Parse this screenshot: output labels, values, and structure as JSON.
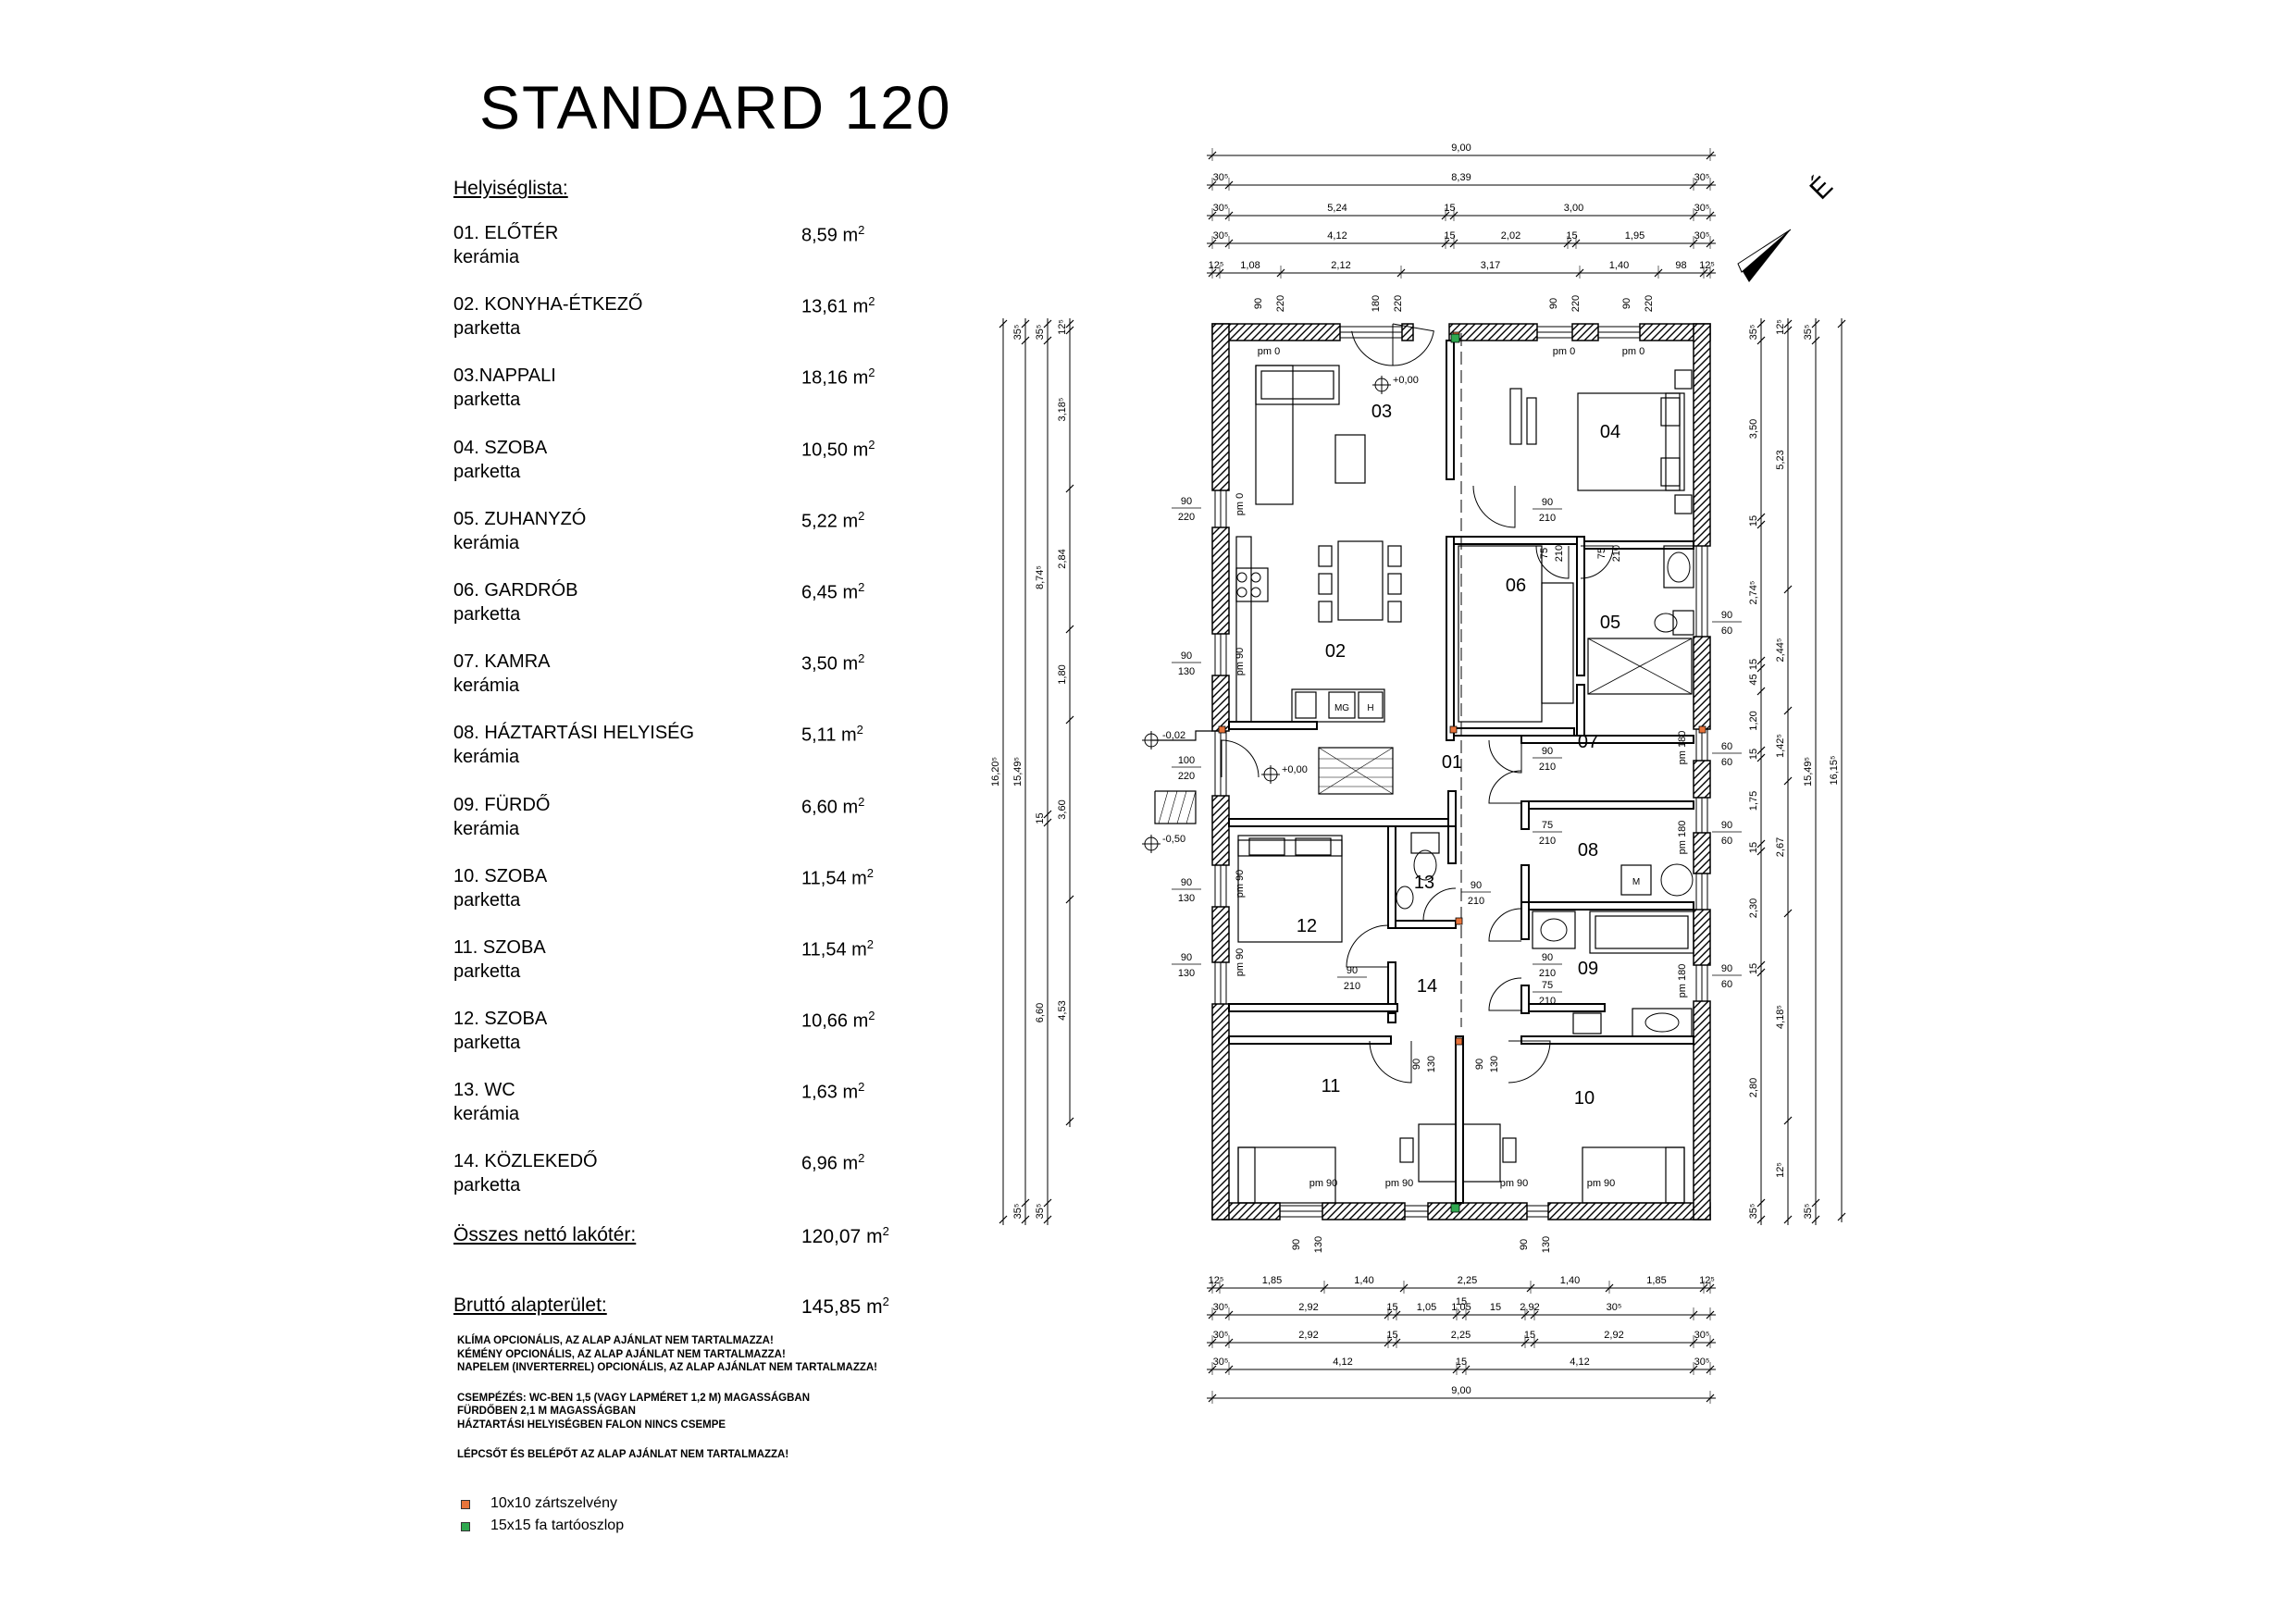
{
  "title": "STANDARD 120",
  "room_list": {
    "heading": "Helyiséglista:",
    "unit": "m",
    "unit_sup": "2",
    "rooms": [
      {
        "name": "01. ELŐTÉR",
        "finish": "kerámia",
        "area": "8,59"
      },
      {
        "name": "02. KONYHA-ÉTKEZŐ",
        "finish": "parketta",
        "area": "13,61"
      },
      {
        "name": "03.NAPPALI",
        "finish": "parketta",
        "area": "18,16"
      },
      {
        "name": "04. SZOBA",
        "finish": "parketta",
        "area": "10,50"
      },
      {
        "name": "05. ZUHANYZÓ",
        "finish": "kerámia",
        "area": "5,22"
      },
      {
        "name": "06. GARDRÓB",
        "finish": "parketta",
        "area": "6,45"
      },
      {
        "name": "07. KAMRA",
        "finish": "kerámia",
        "area": "3,50"
      },
      {
        "name": "08. HÁZTARTÁSI HELYISÉG",
        "finish": "kerámia",
        "area": "5,11"
      },
      {
        "name": "09. FÜRDŐ",
        "finish": "kerámia",
        "area": "6,60"
      },
      {
        "name": "10. SZOBA",
        "finish": "parketta",
        "area": "11,54"
      },
      {
        "name": "11. SZOBA",
        "finish": "parketta",
        "area": "11,54"
      },
      {
        "name": "12. SZOBA",
        "finish": "parketta",
        "area": "10,66"
      },
      {
        "name": "13. WC",
        "finish": "kerámia",
        "area": "1,63"
      },
      {
        "name": "14. KÖZLEKEDŐ",
        "finish": "parketta",
        "area": "6,96"
      }
    ],
    "net_label": "Összes nettó lakótér:",
    "net_value": "120,07",
    "gross_label": "Bruttó alapterület:",
    "gross_value": "145,85"
  },
  "notes": [
    "KLÍMA OPCIONÁLIS, AZ ALAP AJÁNLAT NEM TARTALMAZZA!",
    "KÉMÉNY OPCIONÁLIS, AZ ALAP AJÁNLAT NEM TARTALMAZZA!",
    "NAPELEM (INVERTERREL) OPCIONÁLIS, AZ ALAP AJÁNLAT NEM TARTALMAZZA!",
    "",
    "CSEMPÉZÉS: WC-BEN 1,5 (VAGY LAPMÉRET 1,2 M) MAGASSÁGBAN",
    "FÜRDŐBEN 2,1 M MAGASSÁGBAN",
    "HÁZTARTÁSI HELYISÉGBEN FALON NINCS CSEMPE",
    "",
    "LÉPCSŐT ÉS BELÉPŐT AZ ALAP AJÁNLAT NEM TARTALMAZZA!"
  ],
  "legend": [
    {
      "label": "10x10 zártszelvény",
      "color": "#e8743b"
    },
    {
      "label": "15x15 fa tartóoszlop",
      "color": "#2fa84f"
    }
  ],
  "plan": {
    "north_label": "É",
    "room_numbers": [
      "01",
      "02",
      "03",
      "04",
      "05",
      "06",
      "07",
      "08",
      "09",
      "10",
      "11",
      "12",
      "13",
      "14"
    ],
    "levels": [
      "+0,00",
      "+0,00",
      "-0,02",
      "-0,50"
    ],
    "appliance_labels": [
      "MG",
      "H",
      "M"
    ],
    "dim_top": [
      [
        "9,00"
      ],
      [
        "30⁵",
        "8,39",
        "30⁵"
      ],
      [
        "30⁵",
        "5,24",
        "15",
        "3,00",
        "30⁵"
      ],
      [
        "30⁵",
        "4,12",
        "15",
        "2,02",
        "15",
        "1,95",
        "30⁵"
      ],
      [
        "12⁵",
        "1,08",
        "2,12",
        "3,17",
        "1,40",
        "98",
        "12⁵"
      ]
    ],
    "dim_bottom": [
      [
        "12⁵",
        "1,85",
        "1,40",
        "2,25",
        "1,40",
        "1,85",
        "12⁵"
      ],
      [
        "15"
      ],
      [
        "30⁵",
        "2,92",
        "15",
        "1,05",
        "1,05",
        "15",
        "2,92",
        "30⁵"
      ],
      [
        "30⁵",
        "2,92",
        "15",
        "2,25",
        "15",
        "2,92",
        "30⁵"
      ],
      [
        "30⁵",
        "4,12",
        "15",
        "4,12",
        "30⁵"
      ],
      [
        "9,00"
      ]
    ],
    "dim_left_outer": [
      "16,20⁵"
    ],
    "dim_left_2": [
      "35⁵",
      "15,49⁵",
      "35⁵"
    ],
    "dim_left_3": [
      "35⁵",
      "8,74⁵",
      "15",
      "6,60",
      "35⁵"
    ],
    "dim_left_4": [
      "12⁵",
      "3,18⁵",
      "2,84",
      "1,80",
      "3,60",
      "4,53"
    ],
    "dim_right_1": [
      "35⁵",
      "3,50",
      "15",
      "2,74⁵",
      "15",
      "45",
      "1,20",
      "15",
      "1,75",
      "15",
      "2,30",
      "15",
      "2,80",
      "35⁵"
    ],
    "dim_right_2": [
      "12⁵",
      "5,23",
      "2,44⁵",
      "1,42⁵",
      "2,67",
      "4,18⁵",
      "12⁵"
    ],
    "dim_right_3": [
      "35⁵",
      "15,49⁵",
      "35⁵"
    ],
    "dim_right_outer": [
      "16,15⁵"
    ],
    "openings": [
      {
        "t": "90",
        "b": "220"
      },
      {
        "t": "180",
        "b": "220"
      },
      {
        "t": "90",
        "b": "220"
      },
      {
        "t": "90",
        "b": "220"
      },
      {
        "t": "90",
        "b": "220"
      },
      {
        "t": "90",
        "b": "130"
      },
      {
        "t": "100",
        "b": "220"
      },
      {
        "t": "90",
        "b": "130"
      },
      {
        "t": "90",
        "b": "130"
      },
      {
        "t": "90",
        "b": "60"
      },
      {
        "t": "60",
        "b": "60"
      },
      {
        "t": "90",
        "b": "60"
      },
      {
        "t": "90",
        "b": "60"
      },
      {
        "t": "90",
        "b": "210"
      },
      {
        "t": "75",
        "b": "210"
      },
      {
        "t": "75",
        "b": "210"
      },
      {
        "t": "90",
        "b": "210"
      },
      {
        "t": "75",
        "b": "210"
      },
      {
        "t": "75",
        "b": "210"
      },
      {
        "t": "90",
        "b": "210"
      },
      {
        "t": "90",
        "b": "210"
      },
      {
        "t": "90",
        "b": "210"
      },
      {
        "t": "90",
        "b": "130"
      },
      {
        "t": "90",
        "b": "130"
      },
      {
        "t": "90",
        "b": "130"
      },
      {
        "t": "90",
        "b": "130"
      }
    ],
    "pm_labels": [
      "pm 0",
      "pm 0",
      "pm 0",
      "pm 0",
      "pm 90",
      "pm 90",
      "pm 90",
      "pm 180",
      "pm 180",
      "pm 180",
      "pm 90",
      "pm 90",
      "pm 90",
      "pm 90"
    ]
  }
}
